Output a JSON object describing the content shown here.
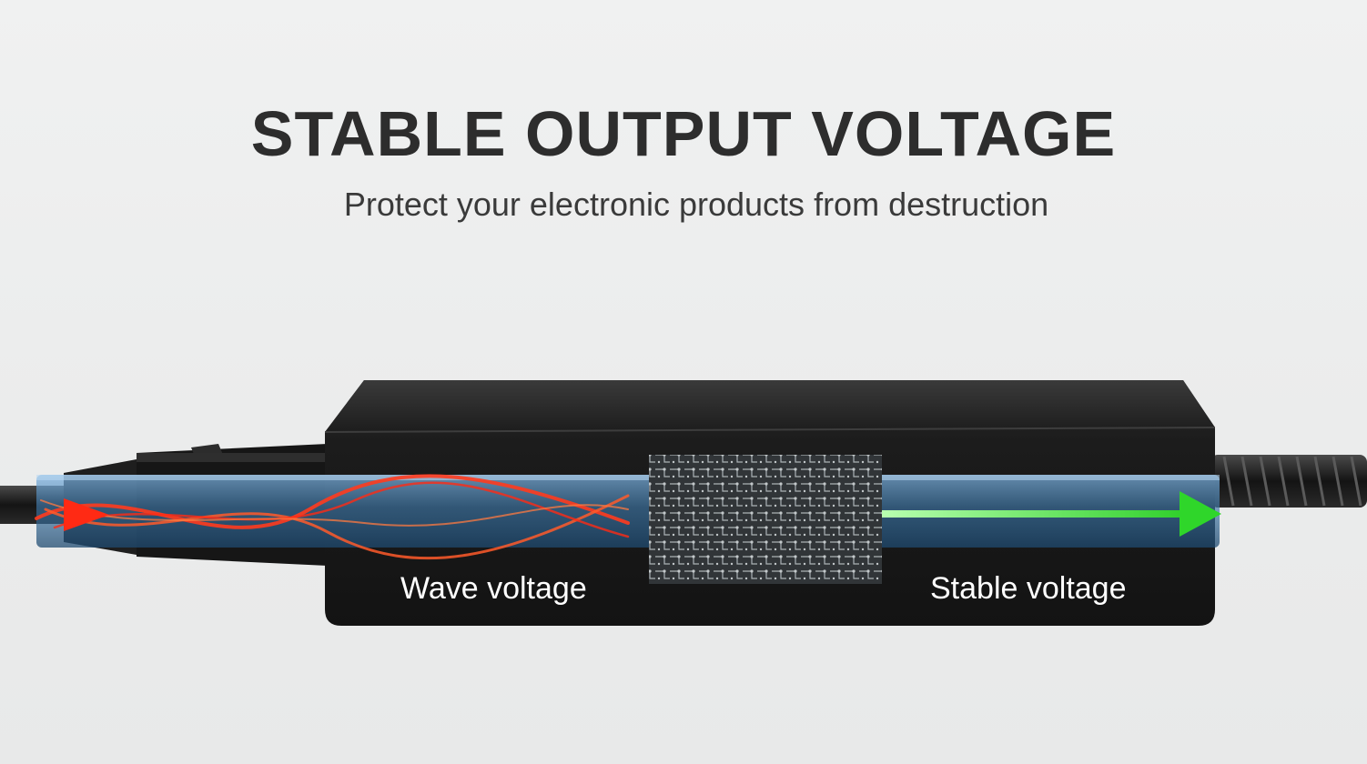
{
  "headline": "STABLE OUTPUT VOLTAGE",
  "subheadline": "Protect your electronic products from destruction",
  "diagram": {
    "input_label": "Wave voltage",
    "output_label": "Stable voltage"
  },
  "colors": {
    "background": "#ecedee",
    "headline": "#2d2d2d",
    "adapter_body": "#1b1b1b",
    "channel": "#3f78a8",
    "wave": "#ff3b1e",
    "stable": "#36d62f"
  },
  "icons": [
    "power-adapter-icon",
    "circuit-board-icon",
    "wave-arrow-icon",
    "stable-arrow-icon"
  ]
}
